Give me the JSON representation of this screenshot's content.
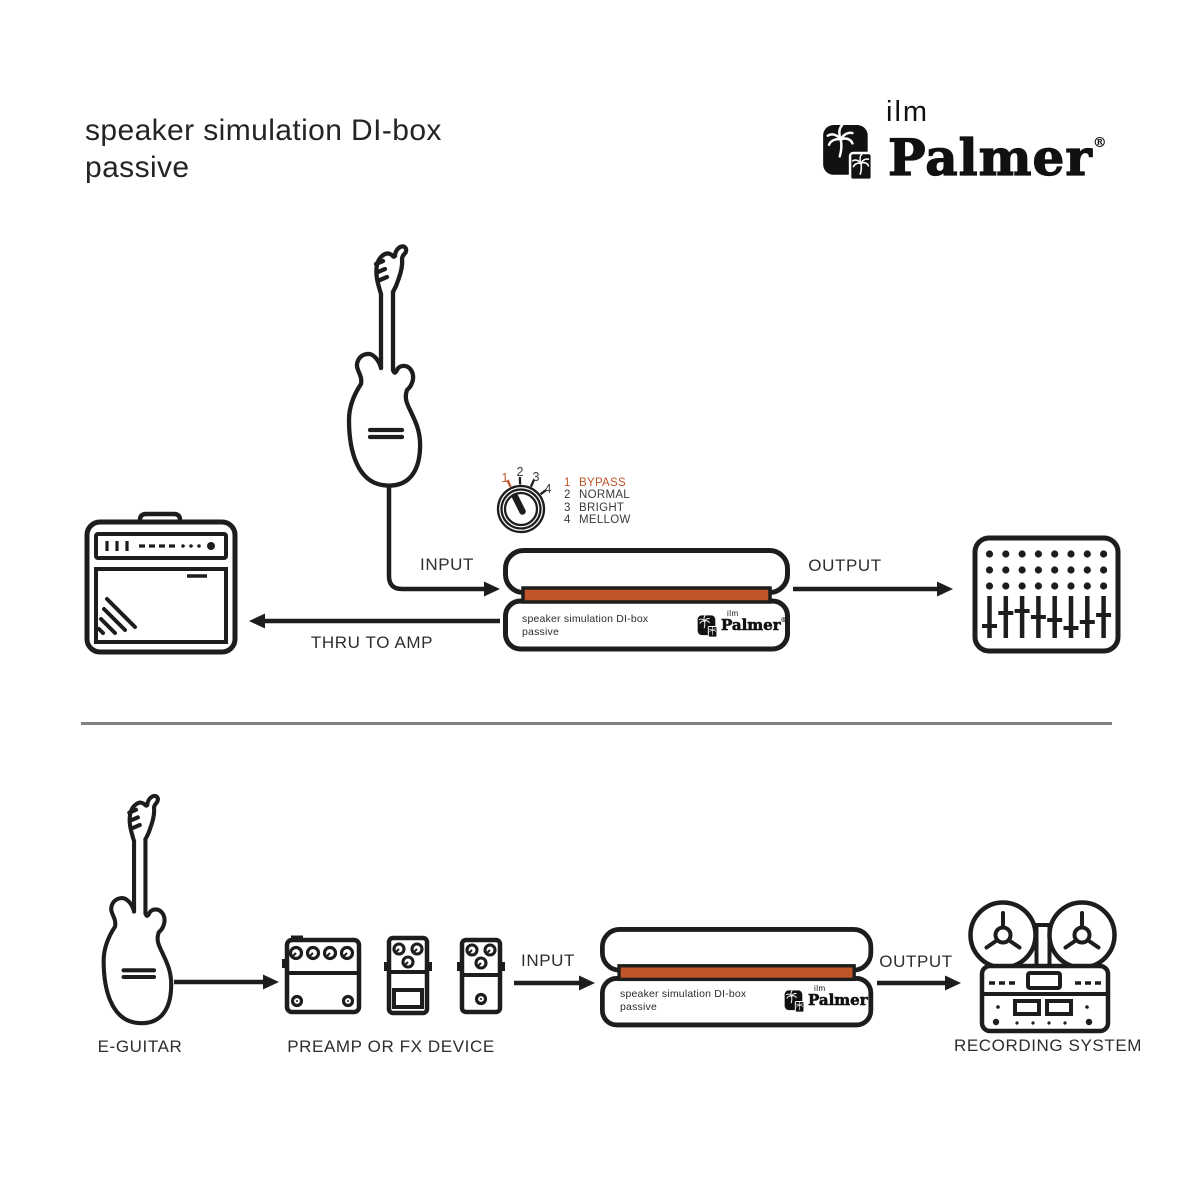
{
  "title": {
    "line1": "speaker simulation DI-box",
    "line2": "passive"
  },
  "brand": {
    "sub_label": "ilm",
    "name": "Palmer",
    "registered": "®"
  },
  "device": {
    "label_line1": "speaker simulation DI-box",
    "label_line2": "passive",
    "brand_sub": "ilm",
    "brand_name": "Palmer",
    "registered": "®"
  },
  "knob": {
    "positions": [
      "1",
      "2",
      "3",
      "4"
    ],
    "legend": [
      {
        "num": "1",
        "label": "BYPASS"
      },
      {
        "num": "2",
        "label": "NORMAL"
      },
      {
        "num": "3",
        "label": "BRIGHT"
      },
      {
        "num": "4",
        "label": "MELLOW"
      }
    ]
  },
  "top_flow": {
    "input": "INPUT",
    "output": "OUTPUT",
    "thru": "THRU TO AMP"
  },
  "bottom_flow": {
    "input": "INPUT",
    "output": "OUTPUT",
    "eguitar": "E-GUITAR",
    "preamp": "PREAMP OR FX DEVICE",
    "recording": "RECORDING SYSTEM"
  },
  "colors": {
    "accent": "#c0552a",
    "ink": "#1d1d1b",
    "divider": "#7f7f7f"
  }
}
